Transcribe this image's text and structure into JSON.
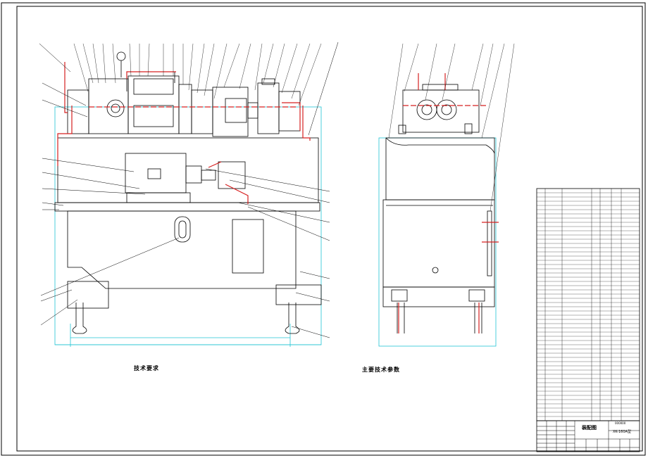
{
  "technical_requirements": {
    "title": "技术要求"
  },
  "main_parameters": {
    "title": "主要技术参数"
  },
  "title_block": {
    "drawing_title": "装配图",
    "drawing_number": "XK-160A型",
    "code": "000000"
  },
  "colors": {
    "outline": "#000000",
    "hydraulic_line": "#d62020",
    "dimension_line": "#22c4d4"
  }
}
